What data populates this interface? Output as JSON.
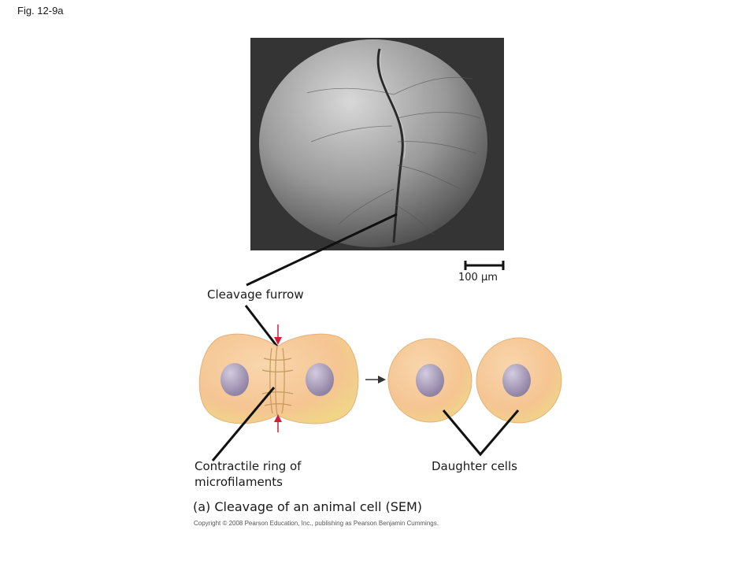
{
  "figure_label": "Fig. 12-9a",
  "scale_bar_label": "100 µm",
  "labels": {
    "cleavage_furrow": "Cleavage furrow",
    "contractile_ring_line1": "Contractile ring of",
    "contractile_ring_line2": "microfilaments",
    "daughter_cells": "Daughter cells"
  },
  "caption": "(a) Cleavage of an animal cell (SEM)",
  "copyright": "Copyright © 2008 Pearson Education, Inc., publishing as Pearson Benjamin Cummings.",
  "colors": {
    "cell_fill": "#f6c99a",
    "nucleus": "#a89cb8",
    "arrow_red": "#d0203a",
    "sem_background": "#3a3a3a"
  }
}
